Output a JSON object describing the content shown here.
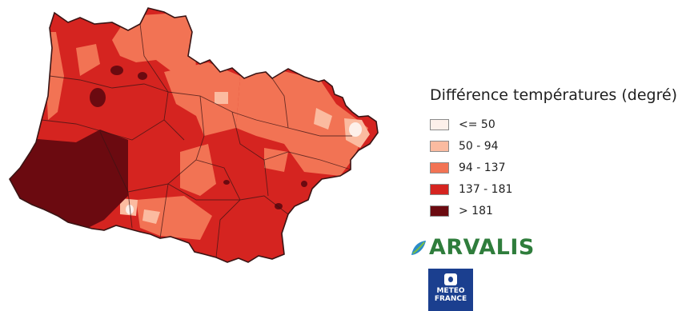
{
  "legend": {
    "title": "Différence températures (degré)",
    "items": [
      {
        "label": "<= 50",
        "color": "#fdf0ea"
      },
      {
        "label": "50 - 94",
        "color": "#fbbba0"
      },
      {
        "label": "94 - 137",
        "color": "#f27354"
      },
      {
        "label": "137 - 181",
        "color": "#d52420"
      },
      {
        "label": "> 181",
        "color": "#6b0a10"
      }
    ]
  },
  "logos": {
    "arvalis": "ARVALIS",
    "meteo_france": [
      "METEO",
      "FRANCE"
    ]
  },
  "map": {
    "colors": {
      "boundary": "#3a1414",
      "lightest": "#fdf0ea",
      "light": "#fbbba0",
      "medium": "#f27354",
      "high": "#d52420",
      "highest": "#6b0a10"
    }
  }
}
